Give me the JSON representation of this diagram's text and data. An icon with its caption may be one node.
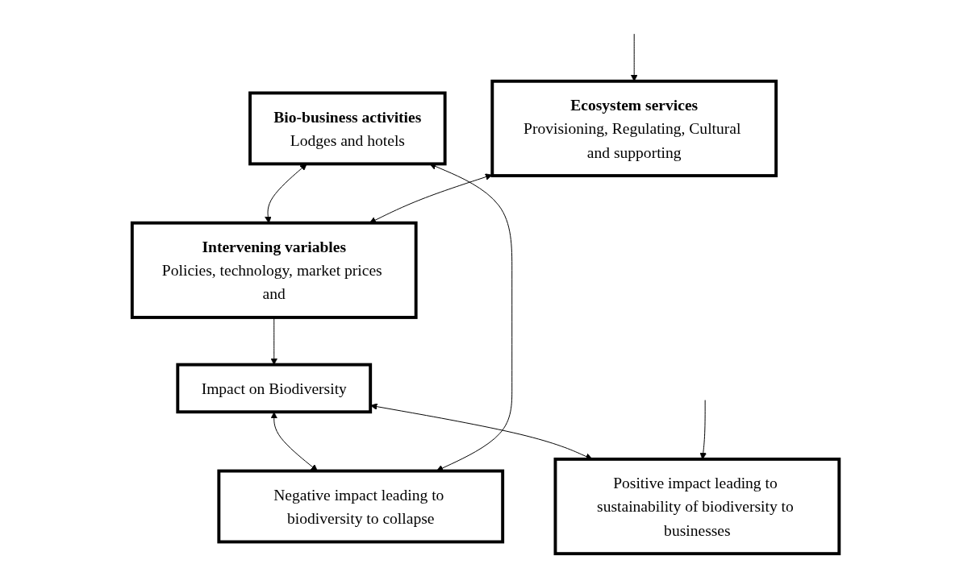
{
  "diagram": {
    "nodes": [
      {
        "text": [
          "Bio-business activities",
          "Lodges and hotels"
        ]
      },
      {
        "text": [
          "Ecosystem services",
          "Provisioning, Regulating, Cultural and supporting"
        ]
      },
      {
        "text": [
          "Intervening variables",
          "Policies, technology, market prices and"
        ]
      },
      {
        "text": [
          "Impact on Biodiversity"
        ]
      },
      {
        "text": [
          "Negative impact leading to biodiversity to collapse"
        ]
      },
      {
        "text": [
          "Positive impact leading to sustainability of biodiversity to businesses"
        ]
      }
    ],
    "edges": [
      {
        "from": 0,
        "to": 2,
        "arrow": "both"
      },
      {
        "from": 1,
        "to": 2,
        "arrow": "both"
      },
      {
        "from": 2,
        "to": 3,
        "arrow": "to"
      },
      {
        "from": 3,
        "to": 4,
        "arrow": "both"
      },
      {
        "from": 3,
        "to": 5,
        "arrow": "both"
      },
      {
        "from": 4,
        "to": 0,
        "arrow": "both"
      },
      {
        "from": null,
        "to": 1,
        "arrow": "to"
      },
      {
        "from": null,
        "to": 5,
        "arrow": "to"
      }
    ]
  }
}
